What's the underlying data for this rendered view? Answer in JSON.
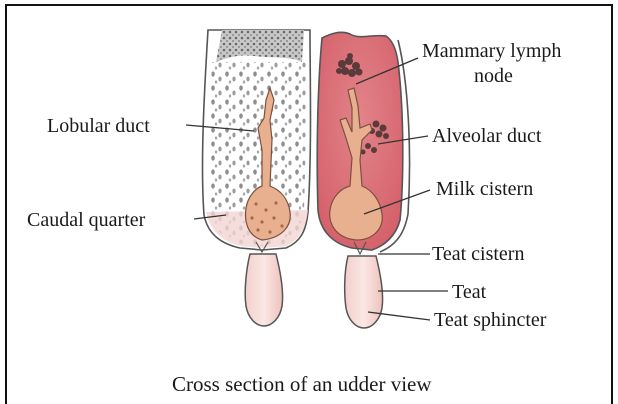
{
  "labels": {
    "mammary_lymph_node_line1": "Mammary lymph",
    "mammary_lymph_node_line2": "node",
    "lobular_duct": "Lobular duct",
    "alveolar_duct": "Alveolar duct",
    "milk_cistern": "Milk cistern",
    "caudal_quarter": "Caudal quarter",
    "teat_cistern": "Teat cistern",
    "teat": "Teat",
    "teat_sphincter": "Teat sphincter"
  },
  "caption": "Cross section of an udder view",
  "colors": {
    "outline": "#555555",
    "right_quarter_fill": "#dc6a72",
    "duct_fill": "#e8b08e",
    "teat_fill": "#f6d6d2",
    "lymph_node": "#5a3a3a",
    "left_quarter_fill": "#ffffff",
    "left_quarter_speckle": "#7a7a7a",
    "left_top_texture": "#9a9a9a"
  }
}
